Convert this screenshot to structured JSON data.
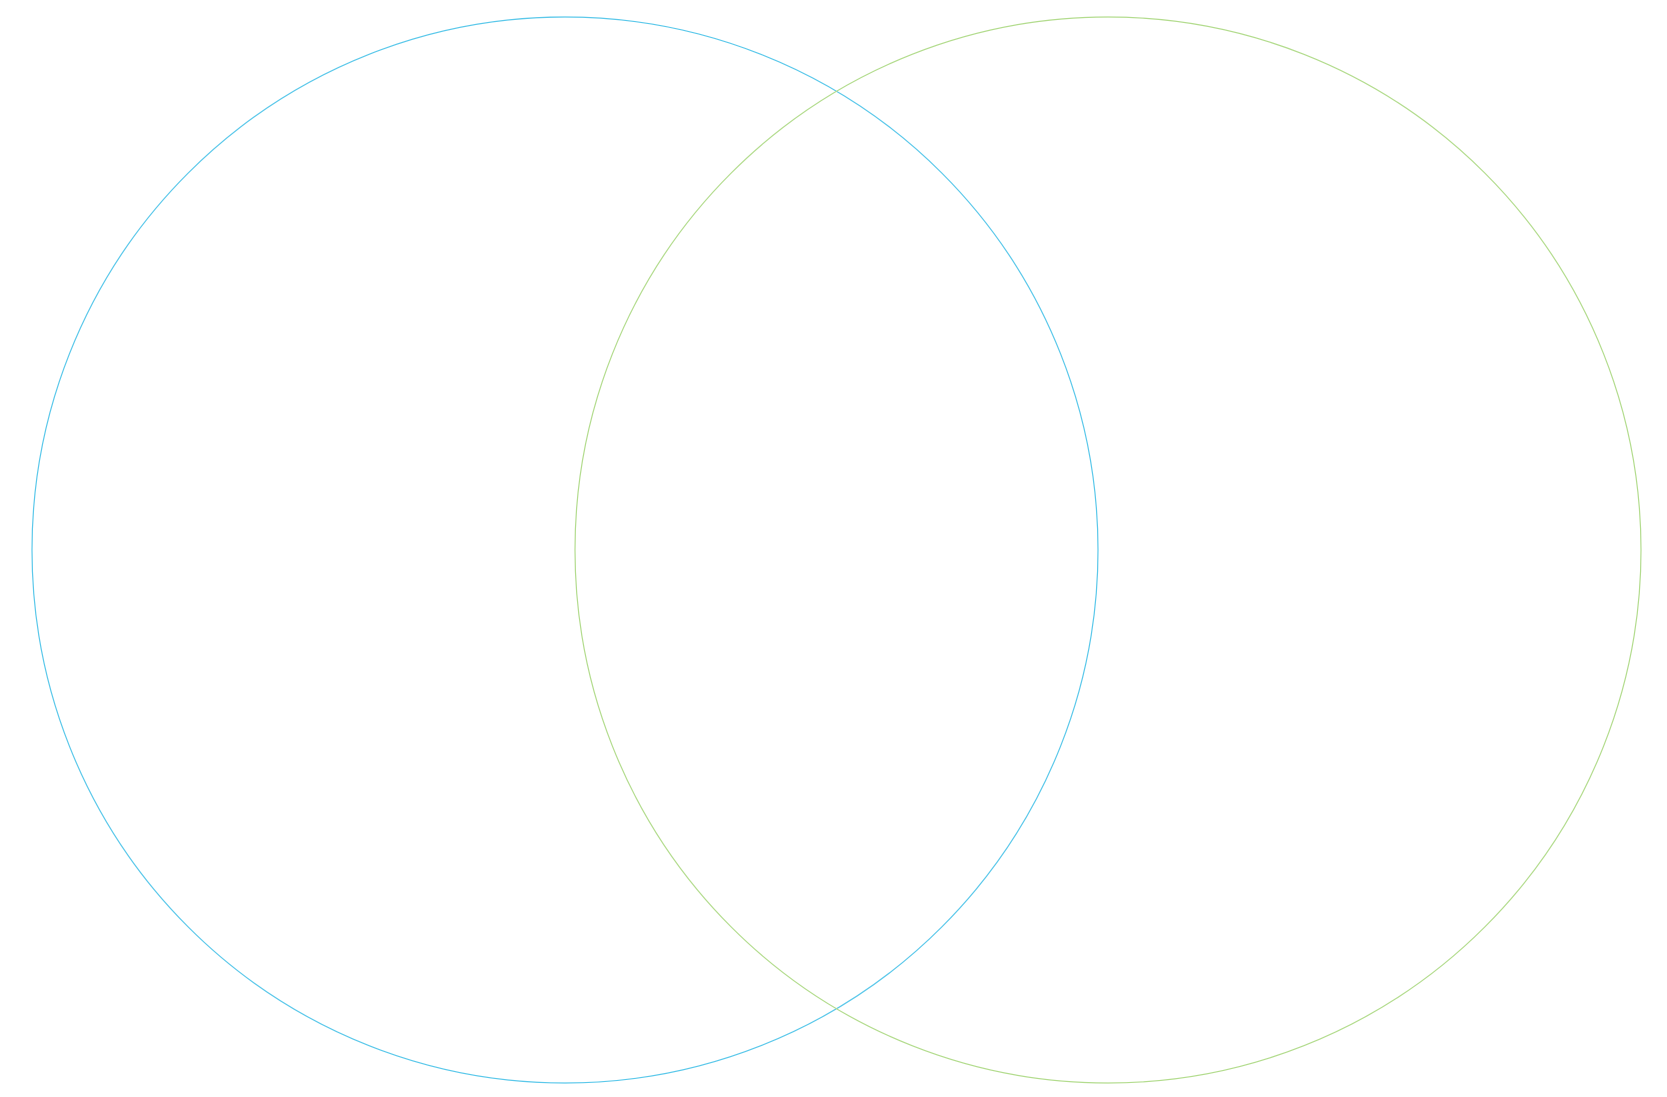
{
  "diagram": {
    "type": "venn",
    "sets": [
      {
        "id": "left",
        "color": "#5bc8ea"
      },
      {
        "id": "right",
        "color": "#b3dc8e"
      }
    ],
    "background": "#ffffff"
  }
}
